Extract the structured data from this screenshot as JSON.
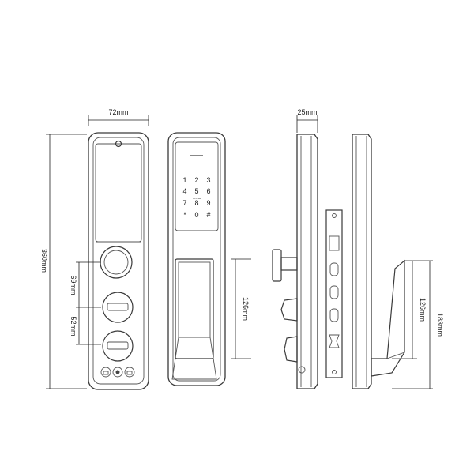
{
  "dimensions": {
    "width_front": "72mm",
    "height_total": "360mm",
    "spacing_upper": "69mm",
    "spacing_lower": "52mm",
    "handle_length": "126mm",
    "thickness": "25mm",
    "side_handle_length": "126mm",
    "side_height": "183mm"
  },
  "keypad": {
    "keys": [
      "1",
      "2",
      "3",
      "4",
      "5",
      "6",
      "7",
      "8",
      "9",
      "*",
      "0",
      "#"
    ],
    "small_label": "CLOSE"
  },
  "colors": {
    "line": "#3a3a3a",
    "dimension": "#222222"
  }
}
